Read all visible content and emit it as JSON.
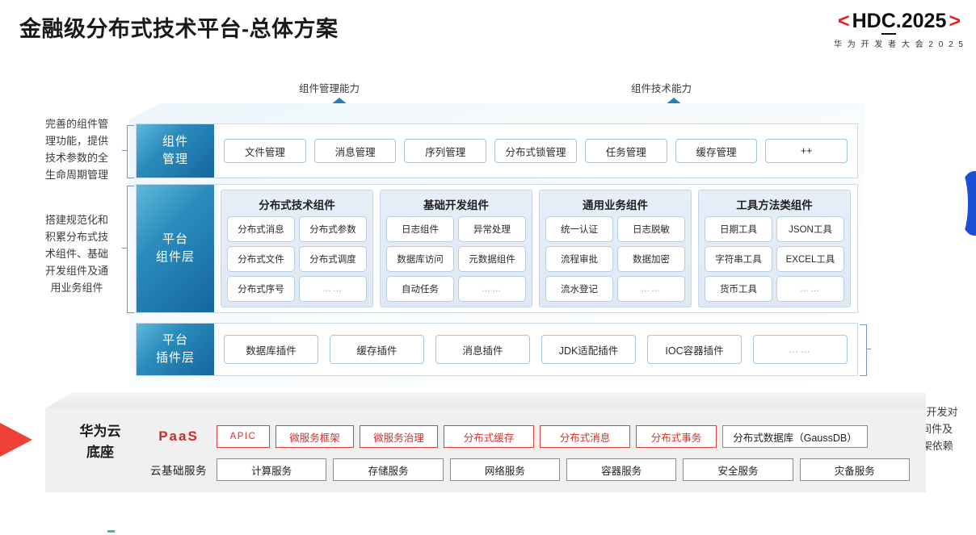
{
  "header": {
    "title": "金融级分布式技术平台-总体方案",
    "logo": {
      "left_bracket": "<",
      "text_a": "HD",
      "text_b": "C",
      "text_c": ".2025",
      "right_bracket": ">",
      "subtitle": "华 为 开 发 者 大 会 2 0 2 5",
      "accent_color": "#e0252b"
    }
  },
  "arrows": [
    {
      "label": "组件管理能力"
    },
    {
      "label": "组件技术能力"
    }
  ],
  "side_notes": {
    "left_top": "完善的组件管\n理功能，提供\n技术参数的全\n生命周期管理",
    "left_bottom": "搭建规范化和\n积累分布式技\n术组件、基础\n开发组件及通\n用业务组件",
    "right": "解耦应用开发对\n基础中间件及\nJava框架依赖"
  },
  "bands": {
    "management": {
      "tab": "组件\n管理",
      "tab_line1": "组件",
      "tab_line2": "管理",
      "chips": [
        "文件管理",
        "消息管理",
        "序列管理",
        "分布式锁管理",
        "任务管理",
        "缓存管理",
        "++"
      ]
    },
    "component_layer": {
      "tab_line1": "平台",
      "tab_line2": "组件层",
      "groups": [
        {
          "title": "分布式技术组件",
          "items": [
            "分布式消息",
            "分布式参数",
            "分布式文件",
            "分布式调度",
            "分布式序号",
            "……"
          ]
        },
        {
          "title": "基础开发组件",
          "items": [
            "日志组件",
            "异常处理",
            "数据库访问",
            "元数据组件",
            "自动任务",
            "……"
          ]
        },
        {
          "title": "通用业务组件",
          "items": [
            "统一认证",
            "日志脱敏",
            "流程审批",
            "数据加密",
            "流水登记",
            "……"
          ]
        },
        {
          "title": "工具方法类组件",
          "items": [
            "日期工具",
            "JSON工具",
            "字符串工具",
            "EXCEL工具",
            "货币工具",
            "……"
          ]
        }
      ]
    },
    "plugin_layer": {
      "tab_line1": "平台",
      "tab_line2": "插件层",
      "chips": [
        "数据库插件",
        "缓存插件",
        "消息插件",
        "JDK适配插件",
        "IOC容器插件",
        "……"
      ]
    }
  },
  "base": {
    "title_line1": "华为云",
    "title_line2": "底座",
    "paas_label": "PaaS",
    "cloud_label": "云基础服务",
    "paas_items": [
      {
        "label": "APIC",
        "style": "red",
        "width": 66
      },
      {
        "label": "微服务框架",
        "style": "red",
        "width": 97
      },
      {
        "label": "微服务治理",
        "style": "red",
        "width": 97
      },
      {
        "label": "分布式缓存",
        "style": "red",
        "width": 112
      },
      {
        "label": "分布式消息",
        "style": "red",
        "width": 112
      },
      {
        "label": "分布式事务",
        "style": "red",
        "width": 100
      },
      {
        "label": "分布式数据库（GaussDB）",
        "style": "neutral",
        "width": 180
      }
    ],
    "cloud_items": [
      "计算服务",
      "存储服务",
      "网络服务",
      "容器服务",
      "安全服务",
      "灾备服务"
    ]
  },
  "colors": {
    "brand_red": "#e0252b",
    "brand_blue": "#15669c",
    "accent_blue": "#1d4ed8",
    "panel_gray": "#f0f0f0"
  }
}
